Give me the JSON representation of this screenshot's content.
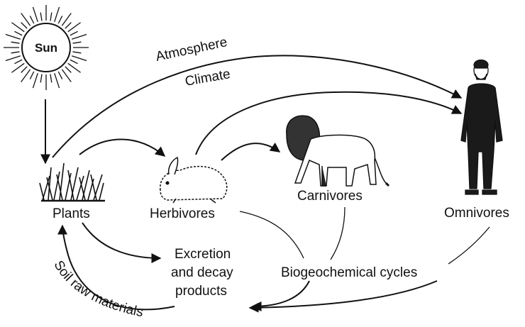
{
  "labels": {
    "sun": "Sun",
    "atmosphere": "Atmosphere",
    "climate": "Climate",
    "plants": "Plants",
    "herbivores": "Herbivores",
    "carnivores": "Carnivores",
    "omnivores": "Omnivores",
    "excretion_line1": "Excretion",
    "excretion_line2": "and decay",
    "excretion_line3": "products",
    "biogeochemical": "Biogeochemical cycles",
    "soil_raw_materials": "Soil raw materials"
  },
  "icons": {
    "sun": "sun-icon",
    "plants": "grass-icon",
    "herbivore": "rabbit-icon",
    "carnivore": "lion-icon",
    "omnivore": "human-icon"
  },
  "colors": {
    "ink": "#111111",
    "background": "#ffffff"
  }
}
